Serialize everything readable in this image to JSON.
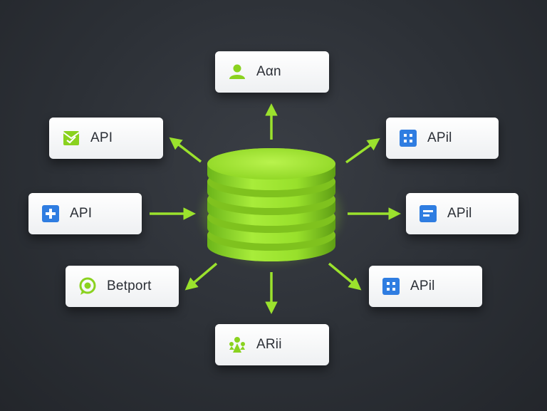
{
  "colors": {
    "accent": "#9be22d",
    "accent_dark": "#5a9a12",
    "blue": "#2f7de1",
    "card_text": "#2b2f36"
  },
  "nodes": [
    {
      "id": "top",
      "label": "Aαn",
      "icon": "person-icon"
    },
    {
      "id": "left-1",
      "label": "API",
      "icon": "envelope-check-icon"
    },
    {
      "id": "left-2",
      "label": "API",
      "icon": "plus-square-icon"
    },
    {
      "id": "left-3",
      "label": "Betport",
      "icon": "chat-bubble-icon"
    },
    {
      "id": "right-1",
      "label": "APil",
      "icon": "grid-square-icon"
    },
    {
      "id": "right-2",
      "label": "APil",
      "icon": "list-square-icon"
    },
    {
      "id": "right-3",
      "label": "APil",
      "icon": "grid-square-icon"
    },
    {
      "id": "bottom",
      "label": "ARii",
      "icon": "people-network-icon"
    }
  ],
  "center": {
    "icon": "database-stack-icon"
  }
}
